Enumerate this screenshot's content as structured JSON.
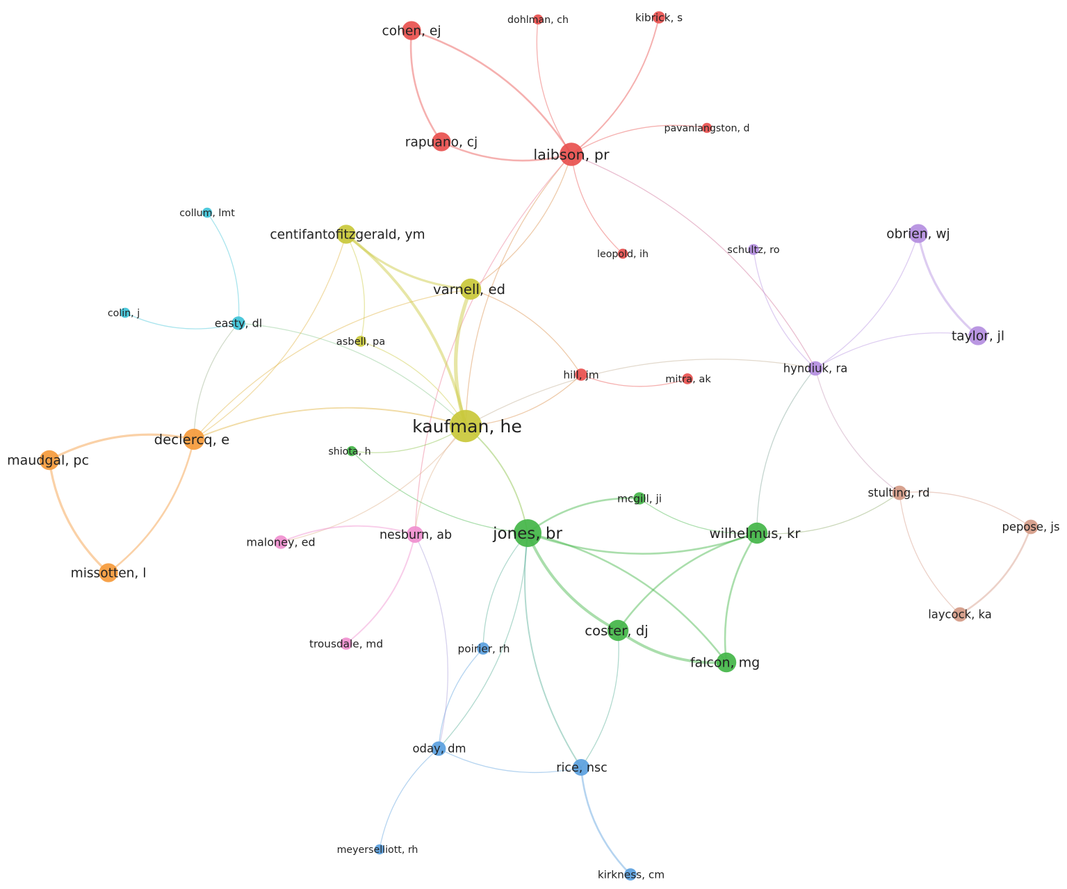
{
  "clusters": {
    "red": "#e8504e",
    "yellow": "#c9c83a",
    "green": "#43b548",
    "blue": "#5aa0de",
    "orange": "#f59a3b",
    "purple": "#b48ee0",
    "pink": "#f08fcf",
    "cyan": "#3fc3d8",
    "brown": "#d49a86"
  },
  "nodes": [
    {
      "id": "laibson",
      "label": "laibson, pr",
      "cluster": "red",
      "weight": 4
    },
    {
      "id": "cohen",
      "label": "cohen, ej",
      "cluster": "red",
      "weight": 3
    },
    {
      "id": "rapuano",
      "label": "rapuano, cj",
      "cluster": "red",
      "weight": 3
    },
    {
      "id": "dohlman",
      "label": "dohlman, ch",
      "cluster": "red",
      "weight": 1
    },
    {
      "id": "kibrick",
      "label": "kibrick, s",
      "cluster": "red",
      "weight": 1.5
    },
    {
      "id": "pavanlangston",
      "label": "pavanlangston, d",
      "cluster": "red",
      "weight": 1
    },
    {
      "id": "leopold",
      "label": "leopold, ih",
      "cluster": "red",
      "weight": 1
    },
    {
      "id": "hill",
      "label": "hill, jm",
      "cluster": "red",
      "weight": 1.5
    },
    {
      "id": "mitra",
      "label": "mitra, ak",
      "cluster": "red",
      "weight": 1.2
    },
    {
      "id": "kaufman",
      "label": "kaufman, he",
      "cluster": "yellow",
      "weight": 6
    },
    {
      "id": "varnell",
      "label": "varnell, ed",
      "cluster": "yellow",
      "weight": 3.5
    },
    {
      "id": "centifanto",
      "label": "centifantofitzgerald, ym",
      "cluster": "yellow",
      "weight": 3
    },
    {
      "id": "asbell",
      "label": "asbell, pa",
      "cluster": "yellow",
      "weight": 1.2
    },
    {
      "id": "jones",
      "label": "jones, br",
      "cluster": "green",
      "weight": 5
    },
    {
      "id": "wilhelmus",
      "label": "wilhelmus, kr",
      "cluster": "green",
      "weight": 3.5
    },
    {
      "id": "coster",
      "label": "coster, dj",
      "cluster": "green",
      "weight": 3.5
    },
    {
      "id": "falcon",
      "label": "falcon, mg",
      "cluster": "green",
      "weight": 3.2
    },
    {
      "id": "mcgill",
      "label": "mcgill, ji",
      "cluster": "green",
      "weight": 1.5
    },
    {
      "id": "shiota",
      "label": "shiota, h",
      "cluster": "green",
      "weight": 1
    },
    {
      "id": "rice",
      "label": "rice, nsc",
      "cluster": "blue",
      "weight": 2.5
    },
    {
      "id": "oday",
      "label": "oday, dm",
      "cluster": "blue",
      "weight": 2
    },
    {
      "id": "poirier",
      "label": "poirier, rh",
      "cluster": "blue",
      "weight": 1.5
    },
    {
      "id": "kirkness",
      "label": "kirkness, cm",
      "cluster": "blue",
      "weight": 1.5
    },
    {
      "id": "meyerselliott",
      "label": "meyerselliott, rh",
      "cluster": "blue",
      "weight": 1
    },
    {
      "id": "declercq",
      "label": "declercq, e",
      "cluster": "orange",
      "weight": 3.5
    },
    {
      "id": "maudgal",
      "label": "maudgal, pc",
      "cluster": "orange",
      "weight": 3.2
    },
    {
      "id": "missotten",
      "label": "missotten, l",
      "cluster": "orange",
      "weight": 3
    },
    {
      "id": "obrien",
      "label": "obrien, wj",
      "cluster": "purple",
      "weight": 3
    },
    {
      "id": "taylor",
      "label": "taylor, jl",
      "cluster": "purple",
      "weight": 3
    },
    {
      "id": "hyndiuk",
      "label": "hyndiuk, ra",
      "cluster": "purple",
      "weight": 2
    },
    {
      "id": "schultz",
      "label": "schultz, ro",
      "cluster": "purple",
      "weight": 1.2
    },
    {
      "id": "nesburn",
      "label": "nesburn, ab",
      "cluster": "pink",
      "weight": 2.5
    },
    {
      "id": "maloney",
      "label": "maloney, ed",
      "cluster": "pink",
      "weight": 1.8
    },
    {
      "id": "trousdale",
      "label": "trousdale, md",
      "cluster": "pink",
      "weight": 1.5
    },
    {
      "id": "easty",
      "label": "easty, dl",
      "cluster": "cyan",
      "weight": 1.8
    },
    {
      "id": "collum",
      "label": "collum, lmt",
      "cluster": "cyan",
      "weight": 1
    },
    {
      "id": "colin",
      "label": "colin, j",
      "cluster": "cyan",
      "weight": 1
    },
    {
      "id": "stulting",
      "label": "stulting, rd",
      "cluster": "brown",
      "weight": 2
    },
    {
      "id": "pepose",
      "label": "pepose, js",
      "cluster": "brown",
      "weight": 2
    },
    {
      "id": "laycock",
      "label": "laycock, ka",
      "cluster": "brown",
      "weight": 2
    }
  ],
  "edges": [
    [
      "laibson",
      "cohen",
      2
    ],
    [
      "laibson",
      "rapuano",
      2
    ],
    [
      "cohen",
      "rapuano",
      2
    ],
    [
      "laibson",
      "dohlman",
      1
    ],
    [
      "laibson",
      "kibrick",
      1.5
    ],
    [
      "laibson",
      "pavanlangston",
      1
    ],
    [
      "laibson",
      "leopold",
      1
    ],
    [
      "laibson",
      "varnell",
      1
    ],
    [
      "laibson",
      "kaufman",
      1
    ],
    [
      "laibson",
      "hyndiuk",
      1
    ],
    [
      "laibson",
      "nesburn",
      1
    ],
    [
      "kaufman",
      "varnell",
      4
    ],
    [
      "kaufman",
      "centifanto",
      3
    ],
    [
      "varnell",
      "centifanto",
      2.5
    ],
    [
      "kaufman",
      "asbell",
      1
    ],
    [
      "centifanto",
      "asbell",
      1
    ],
    [
      "kaufman",
      "declercq",
      1.5
    ],
    [
      "kaufman",
      "jones",
      1.5
    ],
    [
      "kaufman",
      "hill",
      1
    ],
    [
      "kaufman",
      "hyndiuk",
      1
    ],
    [
      "kaufman",
      "nesburn",
      1
    ],
    [
      "kaufman",
      "maloney",
      1
    ],
    [
      "kaufman",
      "easty",
      1
    ],
    [
      "kaufman",
      "shiota",
      1
    ],
    [
      "varnell",
      "declercq",
      1
    ],
    [
      "varnell",
      "hill",
      1
    ],
    [
      "hill",
      "mitra",
      1
    ],
    [
      "centifanto",
      "declercq",
      1
    ],
    [
      "jones",
      "coster",
      3
    ],
    [
      "jones",
      "falcon",
      2
    ],
    [
      "jones",
      "wilhelmus",
      2
    ],
    [
      "jones",
      "mcgill",
      2
    ],
    [
      "jones",
      "rice",
      1.5
    ],
    [
      "jones",
      "oday",
      1
    ],
    [
      "jones",
      "poirier",
      1
    ],
    [
      "jones",
      "shiota",
      1
    ],
    [
      "coster",
      "falcon",
      3
    ],
    [
      "coster",
      "wilhelmus",
      2
    ],
    [
      "wilhelmus",
      "falcon",
      2
    ],
    [
      "coster",
      "rice",
      1
    ],
    [
      "wilhelmus",
      "stulting",
      1
    ],
    [
      "wilhelmus",
      "hyndiuk",
      1
    ],
    [
      "mcgill",
      "wilhelmus",
      1
    ],
    [
      "rice",
      "oday",
      1
    ],
    [
      "rice",
      "kirkness",
      2
    ],
    [
      "oday",
      "poirier",
      1
    ],
    [
      "oday",
      "meyerselliott",
      1
    ],
    [
      "nesburn",
      "oday",
      1
    ],
    [
      "declercq",
      "maudgal",
      2.5
    ],
    [
      "declercq",
      "missotten",
      2
    ],
    [
      "maudgal",
      "missotten",
      2.5
    ],
    [
      "declercq",
      "easty",
      1
    ],
    [
      "easty",
      "collum",
      1
    ],
    [
      "easty",
      "colin",
      1
    ],
    [
      "hyndiuk",
      "obrien",
      1
    ],
    [
      "hyndiuk",
      "taylor",
      1
    ],
    [
      "obrien",
      "taylor",
      2.5
    ],
    [
      "hyndiuk",
      "schultz",
      1
    ],
    [
      "hyndiuk",
      "stulting",
      1
    ],
    [
      "stulting",
      "pepose",
      1
    ],
    [
      "stulting",
      "laycock",
      1
    ],
    [
      "pepose",
      "laycock",
      2
    ],
    [
      "nesburn",
      "maloney",
      1.5
    ],
    [
      "nesburn",
      "trousdale",
      1.5
    ]
  ]
}
